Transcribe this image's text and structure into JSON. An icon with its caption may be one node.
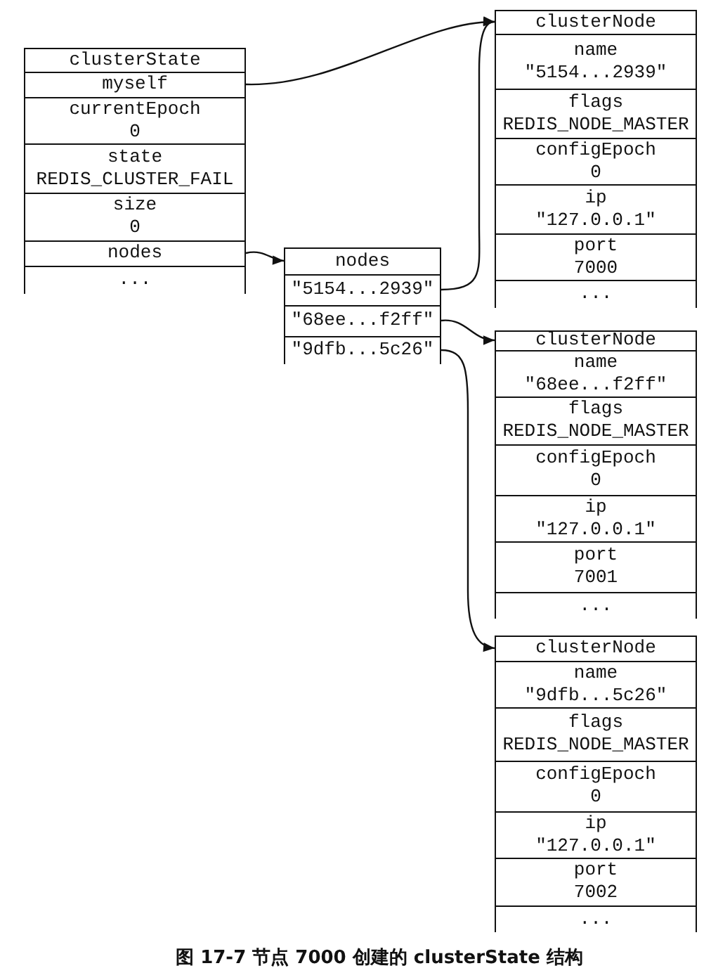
{
  "diagram": {
    "caption": "图 17-7 节点 7000 创建的 clusterState 结构",
    "nodes": [
      {
        "text": [
          "clusterState"
        ]
      },
      {
        "text": [
          "myself"
        ],
        "in": 0
      },
      {
        "text": [
          "currentEpoch",
          "0"
        ],
        "in": 0
      },
      {
        "text": [
          "state",
          "REDIS_CLUSTER_FAIL"
        ],
        "in": 0
      },
      {
        "text": [
          "size",
          "0"
        ],
        "in": 0
      },
      {
        "text": [
          "nodes"
        ],
        "in": 0
      },
      {
        "text": [
          "..."
        ],
        "in": 0
      },
      {
        "text": [
          "nodes"
        ]
      },
      {
        "text": [
          "\"5154...2939\""
        ],
        "in": 7
      },
      {
        "text": [
          "\"68ee...f2ff\""
        ],
        "in": 7
      },
      {
        "text": [
          "\"9dfb...5c26\""
        ],
        "in": 7
      },
      {
        "text": [
          "clusterNode"
        ]
      },
      {
        "text": [
          "name",
          "\"5154...2939\""
        ],
        "in": 11
      },
      {
        "text": [
          "flags",
          "REDIS_NODE_MASTER"
        ],
        "in": 11
      },
      {
        "text": [
          "configEpoch",
          "0"
        ],
        "in": 11
      },
      {
        "text": [
          "ip",
          "\"127.0.0.1\""
        ],
        "in": 11
      },
      {
        "text": [
          "port",
          "7000"
        ],
        "in": 11
      },
      {
        "text": [
          "..."
        ],
        "in": 11
      },
      {
        "text": [
          "clusterNode"
        ]
      },
      {
        "text": [
          "name",
          "\"68ee...f2ff\""
        ],
        "in": 18
      },
      {
        "text": [
          "flags",
          "REDIS_NODE_MASTER"
        ],
        "in": 18
      },
      {
        "text": [
          "configEpoch",
          "0"
        ],
        "in": 18
      },
      {
        "text": [
          "ip",
          "\"127.0.0.1\""
        ],
        "in": 18
      },
      {
        "text": [
          "port",
          "7001"
        ],
        "in": 18
      },
      {
        "text": [
          "..."
        ],
        "in": 18
      },
      {
        "text": [
          "clusterNode"
        ]
      },
      {
        "text": [
          "name",
          "\"9dfb...5c26\""
        ],
        "in": 25
      },
      {
        "text": [
          "flags",
          "REDIS_NODE_MASTER"
        ],
        "in": 25
      },
      {
        "text": [
          "configEpoch",
          "0"
        ],
        "in": 25
      },
      {
        "text": [
          "ip",
          "\"127.0.0.1\""
        ],
        "in": 25
      },
      {
        "text": [
          "port",
          "7002"
        ],
        "in": 25
      },
      {
        "text": [
          "..."
        ],
        "in": 25
      }
    ],
    "edges": [
      {
        "from": 1,
        "to": 11,
        "arrow": "to"
      },
      {
        "from": 5,
        "to": 7,
        "arrow": "to"
      },
      {
        "from": 8,
        "to": 11,
        "arrow": "to"
      },
      {
        "from": 9,
        "to": 18,
        "arrow": "to"
      },
      {
        "from": 10,
        "to": 25,
        "arrow": "to"
      }
    ]
  }
}
